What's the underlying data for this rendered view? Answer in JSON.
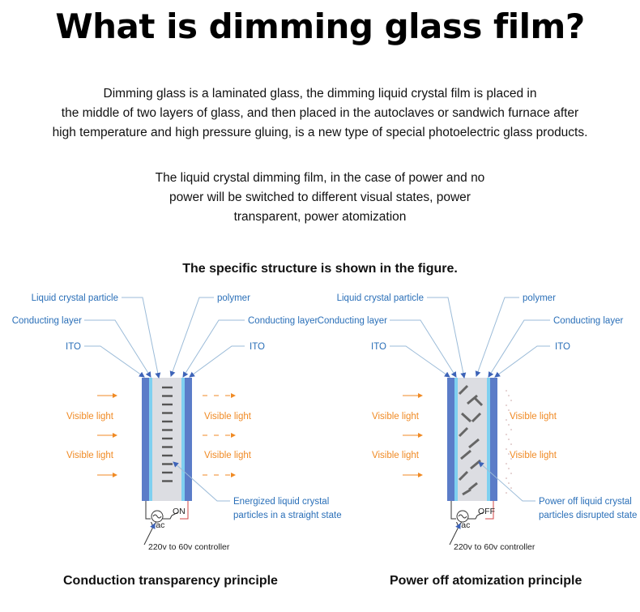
{
  "title": "What is dimming glass film?",
  "intro_lines": [
    "Dimming glass is a laminated glass, the dimming liquid crystal film is placed in",
    "the middle of two layers of glass, and then placed in the autoclaves or sandwich furnace after",
    "high temperature and high pressure gluing, is a new type of special photoelectric glass products."
  ],
  "second_lines": [
    "The liquid crystal dimming film, in the case of power and no",
    "power will be switched to different visual states, power",
    "transparent, power atomization"
  ],
  "structure_heading": "The specific structure is shown in the figure.",
  "colors": {
    "label_blue": "#2a6fb8",
    "light_orange": "#f08a24",
    "glass_blue": "#5b7cc8",
    "ito_cyan": "#7fd0f0"
  },
  "diagrams": [
    {
      "state": "on",
      "labels": {
        "liquid_crystal_particle": "Liquid crystal particle",
        "polymer": "polymer",
        "conducting_layer_left": "Conducting layer",
        "conducting_layer_right": "Conducting layer",
        "ito_left": "ITO",
        "ito_right": "ITO",
        "visible_light_1": "Visible light",
        "visible_light_2": "Visible light",
        "visible_light_3": "Visible light",
        "visible_light_4": "Visible light",
        "state_line_1": "Energized liquid crystal",
        "state_line_2": "particles in a straight state",
        "switch": "ON",
        "source": "Vac",
        "controller": "220v to 60v controller"
      },
      "caption": "Conduction transparency principle"
    },
    {
      "state": "off",
      "labels": {
        "liquid_crystal_particle": "Liquid crystal particle",
        "polymer": "polymer",
        "conducting_layer_left": "Conducting layer",
        "conducting_layer_right": "Conducting layer",
        "ito_left": "ITO",
        "ito_right": "ITO",
        "visible_light_1": "Visible light",
        "visible_light_2": "Visible light",
        "visible_light_3": "Visible light",
        "visible_light_4": "Visible light",
        "state_line_1": "Power off liquid crystal",
        "state_line_2": "particles disrupted state",
        "switch": "OFF",
        "source": "Vac",
        "controller": "220v to 60v controller"
      },
      "caption": "Power off atomization principle"
    }
  ]
}
